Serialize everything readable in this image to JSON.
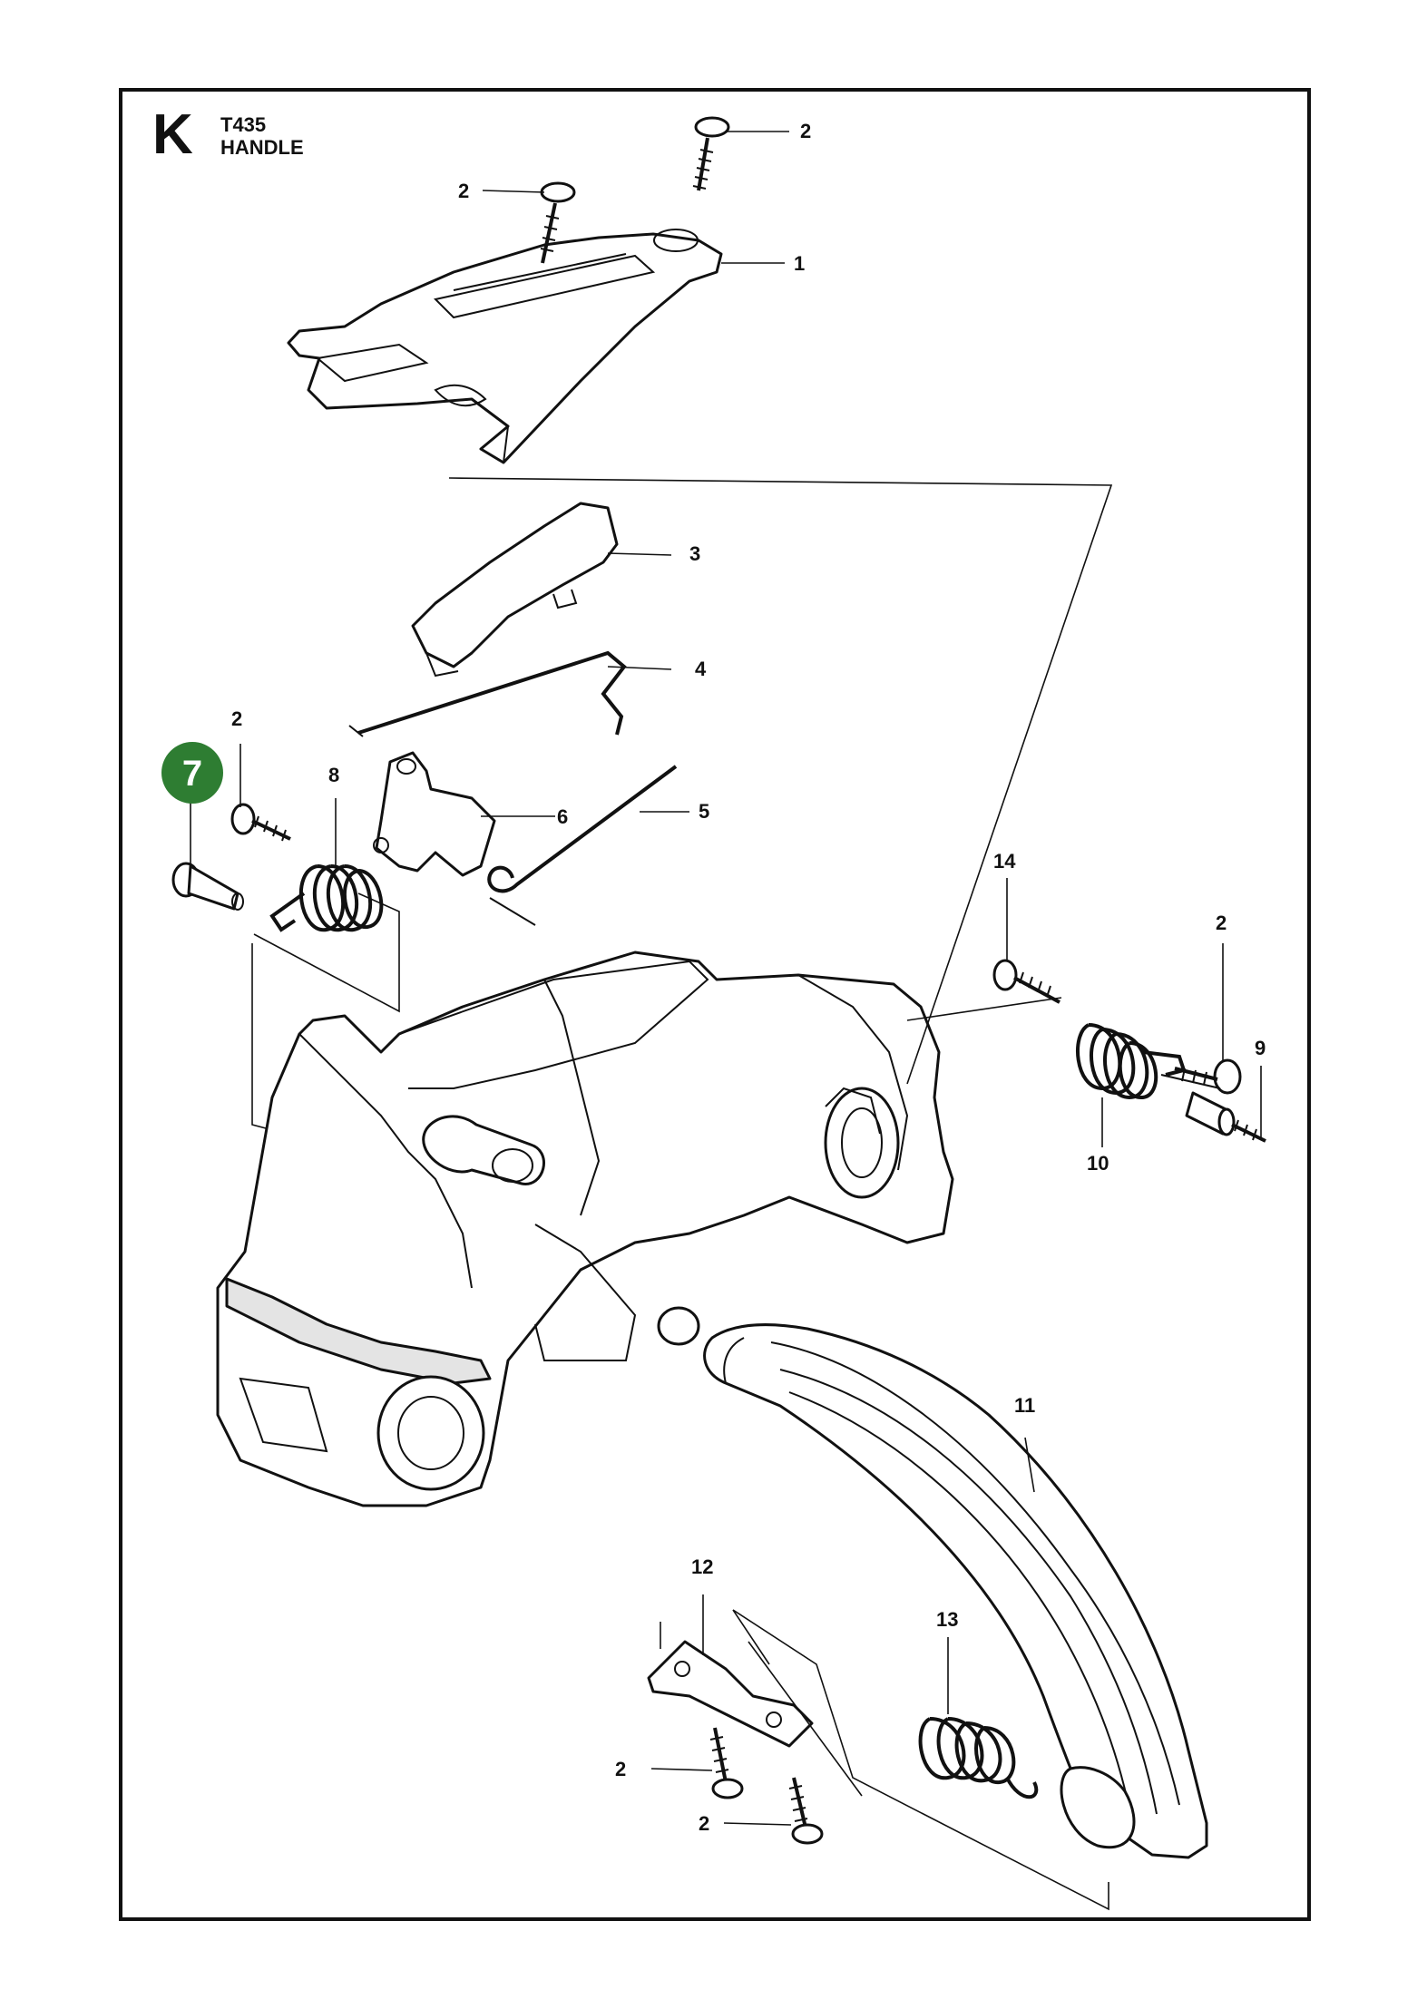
{
  "header": {
    "sheet_letter": "K",
    "model": "T435",
    "title": "HANDLE"
  },
  "highlight": {
    "number": "7",
    "color": "#2e7d32"
  },
  "callouts": [
    {
      "id": "c2a",
      "label": "2"
    },
    {
      "id": "c2b",
      "label": "2"
    },
    {
      "id": "c1",
      "label": "1"
    },
    {
      "id": "c3",
      "label": "3"
    },
    {
      "id": "c4",
      "label": "4"
    },
    {
      "id": "c2c",
      "label": "2"
    },
    {
      "id": "c8",
      "label": "8"
    },
    {
      "id": "c6",
      "label": "6"
    },
    {
      "id": "c5",
      "label": "5"
    },
    {
      "id": "c14",
      "label": "14"
    },
    {
      "id": "c2d",
      "label": "2"
    },
    {
      "id": "c9",
      "label": "9"
    },
    {
      "id": "c10",
      "label": "10"
    },
    {
      "id": "c11",
      "label": "11"
    },
    {
      "id": "c12",
      "label": "12"
    },
    {
      "id": "c13",
      "label": "13"
    },
    {
      "id": "c2e",
      "label": "2"
    },
    {
      "id": "c2f",
      "label": "2"
    }
  ]
}
